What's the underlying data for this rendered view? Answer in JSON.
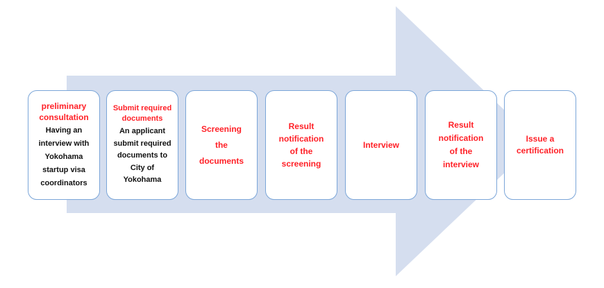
{
  "diagram": {
    "type": "process-flow",
    "background": "#ffffff",
    "arrow": {
      "direction": "right",
      "fill": "#d5deef"
    },
    "colors": {
      "box_border": "#7aa5d8",
      "box_fill": "#ffffff",
      "title_red": "#ff2027",
      "body_text": "#111111",
      "arrow_fill": "#d5deef"
    },
    "steps": [
      {
        "title": "preliminary\nconsultation",
        "description": "Having an\ninterview with\nYokohama\nstartup visa\ncoordinators"
      },
      {
        "title": "Submit required\ndocuments",
        "description": "An applicant\nsubmit required\ndocuments to\nCity of\nYokohama"
      },
      {
        "title": "Screening\nthe\ndocuments",
        "description": ""
      },
      {
        "title": "Result\nnotification\nof the\nscreening",
        "description": ""
      },
      {
        "title": "Interview",
        "description": ""
      },
      {
        "title": "Result\nnotification\nof the\ninterview",
        "description": ""
      },
      {
        "title": "Issue a\ncertification",
        "description": ""
      }
    ]
  }
}
